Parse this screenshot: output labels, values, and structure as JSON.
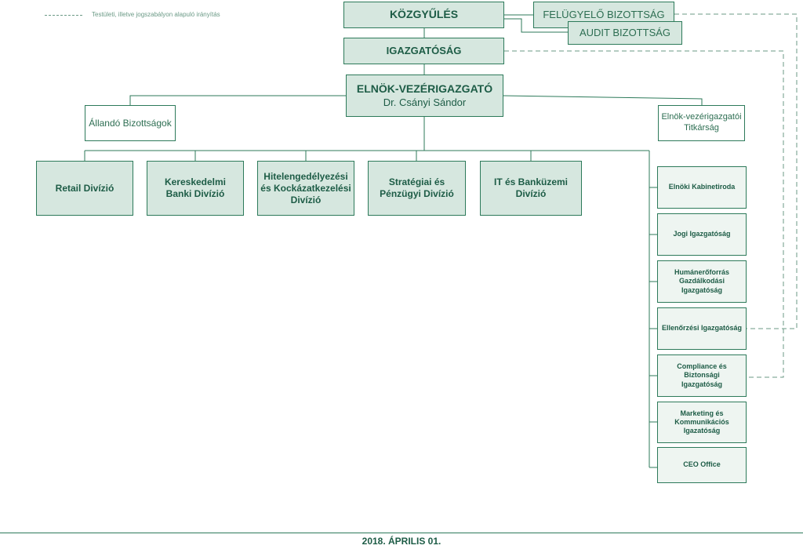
{
  "legend": {
    "text": "Testületi, illetve jogszabályon alapuló irányítás"
  },
  "governance": {
    "general_meeting": "KÖZGYŰLÉS",
    "supervisory_board": "FELÜGYELŐ BIZOTTSÁG",
    "audit_committee": "AUDIT BIZOTTSÁG",
    "board": "IGAZGATÓSÁG"
  },
  "ceo": {
    "title": "ELNÖK-VEZÉRIGAZGATÓ",
    "name": "Dr. Csányi Sándor"
  },
  "standing_committees": "Állandó Bizottságok",
  "ceo_secretariat": {
    "line1": "Elnök-vezérigazgatói",
    "line2": "Titkárság"
  },
  "divisions": [
    {
      "line1": "Retail Divízió",
      "line2": "",
      "line3": ""
    },
    {
      "line1": "Kereskedelmi",
      "line2": "Banki Divízió",
      "line3": ""
    },
    {
      "line1": "Hitelengedélyezési",
      "line2": "és Kockázatkezelési",
      "line3": "Divízió"
    },
    {
      "line1": "Stratégiai és",
      "line2": "Pénzügyi Divízió",
      "line3": ""
    },
    {
      "line1": "IT és Banküzemi",
      "line2": "Divízió",
      "line3": ""
    }
  ],
  "directorates": [
    {
      "line1": "Elnöki Kabinetiroda",
      "line2": "",
      "line3": ""
    },
    {
      "line1": "Jogi Igazgatóság",
      "line2": "",
      "line3": ""
    },
    {
      "line1": "Humánerőforrás",
      "line2": "Gazdálkodási Igazgatóság",
      "line3": ""
    },
    {
      "line1": "Ellenőrzési Igazgatóság",
      "line2": "",
      "line3": ""
    },
    {
      "line1": "Compliance és Biztonsági",
      "line2": "Igazgatóság",
      "line3": ""
    },
    {
      "line1": "Marketing és",
      "line2": "Kommunikációs",
      "line3": "Igazatóság"
    },
    {
      "line1": "CEO Office",
      "line2": "",
      "line3": ""
    }
  ],
  "footer": {
    "date": "2018. ÁPRILIS 01."
  }
}
